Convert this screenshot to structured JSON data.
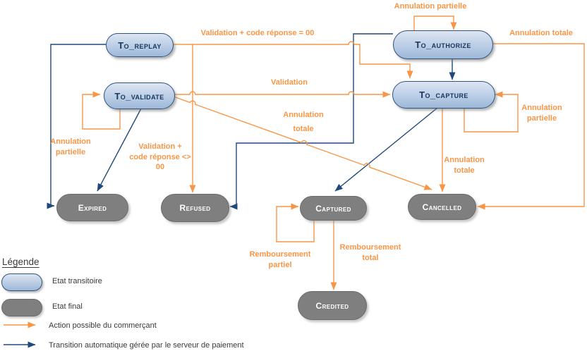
{
  "colors": {
    "orange": "#F79646",
    "navy": "#1F497D",
    "pill_blue_top": "#dce5f2",
    "pill_blue_mid": "#bed0e7",
    "pill_blue_bottom": "#9db8d8",
    "pill_blue_border": "#2f5380",
    "pill_blue_text": "#17375E",
    "pill_gray": "#7F7F7F",
    "pill_gray_border": "#6b6b6b",
    "legend_text": "#3a3a3a"
  },
  "nodes": {
    "to_replay": {
      "label": "To_replay",
      "type": "transitoire"
    },
    "to_validate": {
      "label": "To_validate",
      "type": "transitoire"
    },
    "to_authorize": {
      "label": "To_authorize",
      "type": "transitoire"
    },
    "to_capture": {
      "label": "To_capture",
      "type": "transitoire"
    },
    "expired": {
      "label": "Expired",
      "type": "final"
    },
    "refused": {
      "label": "Refused",
      "type": "final"
    },
    "captured": {
      "label": "Captured",
      "type": "final"
    },
    "cancelled": {
      "label": "Cancelled",
      "type": "final"
    },
    "credited": {
      "label": "Credited",
      "type": "final"
    }
  },
  "edge_labels": {
    "annulation_partielle_top": "Annulation partielle",
    "validation_code_00": "Validation + code réponse = 00",
    "annulation_totale_top": "Annulation totale",
    "validation": "Validation",
    "annulation_partielle_left": "Annulation\npartielle",
    "validation_code_not_00": "Validation +\ncode réponse <>\n00",
    "annulation_totale_mid": "Annulation\ntotale",
    "annulation_totale_capture": "Annulation\ntotale",
    "annulation_partielle_right": "Annulation\npartielle",
    "remboursement_partiel": "Remboursement\npartiel",
    "remboursement_total": "Remboursement\ntotal"
  },
  "edges": [
    {
      "from": "TO_REPLAY",
      "to": "TO_CAPTURE",
      "label": "Validation + code réponse = 00",
      "type": "action-commercant"
    },
    {
      "from": "TO_REPLAY",
      "to": "REFUSED",
      "label": "Validation + code réponse <> 00",
      "type": "action-commercant"
    },
    {
      "from": "TO_REPLAY",
      "to": "EXPIRED",
      "label": "",
      "type": "transition-automatique"
    },
    {
      "from": "TO_VALIDATE",
      "to": "TO_VALIDATE",
      "label": "Annulation partielle",
      "type": "action-commercant"
    },
    {
      "from": "TO_VALIDATE",
      "to": "TO_CAPTURE",
      "label": "Validation",
      "type": "action-commercant"
    },
    {
      "from": "TO_VALIDATE",
      "to": "CANCELLED",
      "label": "Annulation totale",
      "type": "action-commercant"
    },
    {
      "from": "TO_VALIDATE",
      "to": "EXPIRED",
      "label": "",
      "type": "transition-automatique"
    },
    {
      "from": "TO_AUTHORIZE",
      "to": "TO_AUTHORIZE",
      "label": "Annulation partielle",
      "type": "action-commercant"
    },
    {
      "from": "TO_AUTHORIZE",
      "to": "CANCELLED",
      "label": "Annulation totale",
      "type": "action-commercant"
    },
    {
      "from": "TO_AUTHORIZE",
      "to": "TO_CAPTURE",
      "label": "",
      "type": "transition-automatique"
    },
    {
      "from": "TO_AUTHORIZE",
      "to": "REFUSED",
      "label": "",
      "type": "transition-automatique"
    },
    {
      "from": "TO_CAPTURE",
      "to": "TO_CAPTURE",
      "label": "Annulation partielle",
      "type": "action-commercant"
    },
    {
      "from": "TO_CAPTURE",
      "to": "CANCELLED",
      "label": "Annulation totale",
      "type": "action-commercant"
    },
    {
      "from": "TO_CAPTURE",
      "to": "CAPTURED",
      "label": "",
      "type": "transition-automatique"
    },
    {
      "from": "CAPTURED",
      "to": "CAPTURED",
      "label": "Remboursement partiel",
      "type": "action-commercant"
    },
    {
      "from": "CAPTURED",
      "to": "CREDITED",
      "label": "Remboursement total",
      "type": "action-commercant"
    }
  ],
  "legend": {
    "title": "Légende",
    "items": [
      {
        "label": "Etat transitoire"
      },
      {
        "label": "Etat final"
      },
      {
        "label": "Action possible du commerçant"
      },
      {
        "label": "Transition automatique gérée par le serveur de paiement"
      }
    ]
  }
}
